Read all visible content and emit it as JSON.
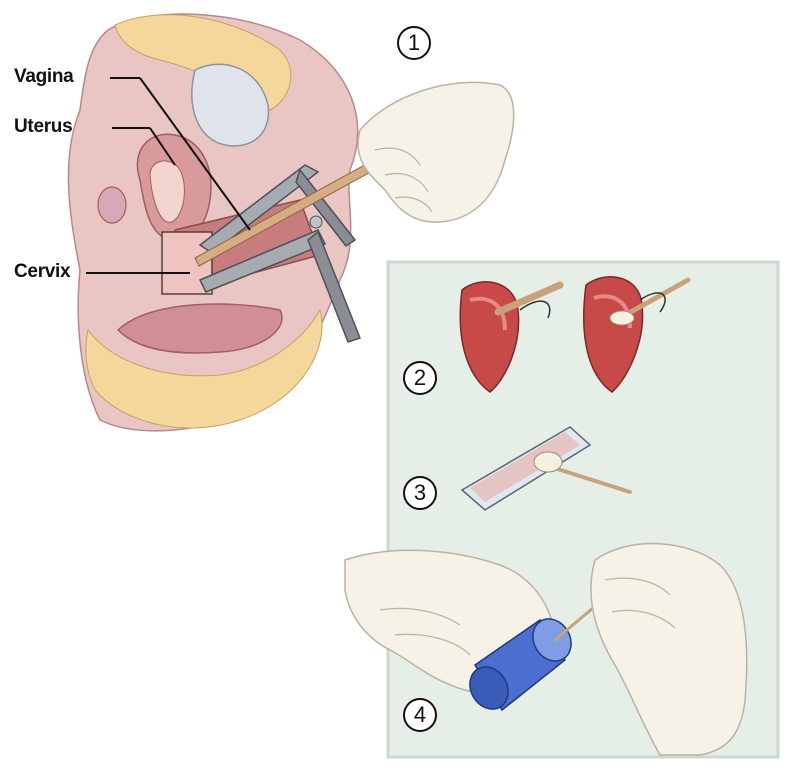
{
  "labels": {
    "vagina": "Vagina",
    "uterus": "Uterus",
    "cervix": "Cervix"
  },
  "steps": [
    "1",
    "2",
    "3",
    "4"
  ],
  "colors": {
    "panel_bg": "#e6eee8",
    "panel_border": "#cdd8d0",
    "skin": "#f0c9a8",
    "tissue_pink": "#e9b8b2",
    "tissue_dark": "#c98a8c",
    "fat_yellow": "#f4d79a",
    "cervix_red": "#c74a48",
    "speculum_metal": "#8a8e94",
    "glove": "#f6f2e8",
    "vial_blue": "#4a6fd0",
    "wood": "#c9a27a"
  },
  "icons": [
    "speculum",
    "spatula",
    "cytobrush",
    "glass-slide",
    "specimen-vial",
    "gloved-hand"
  ]
}
